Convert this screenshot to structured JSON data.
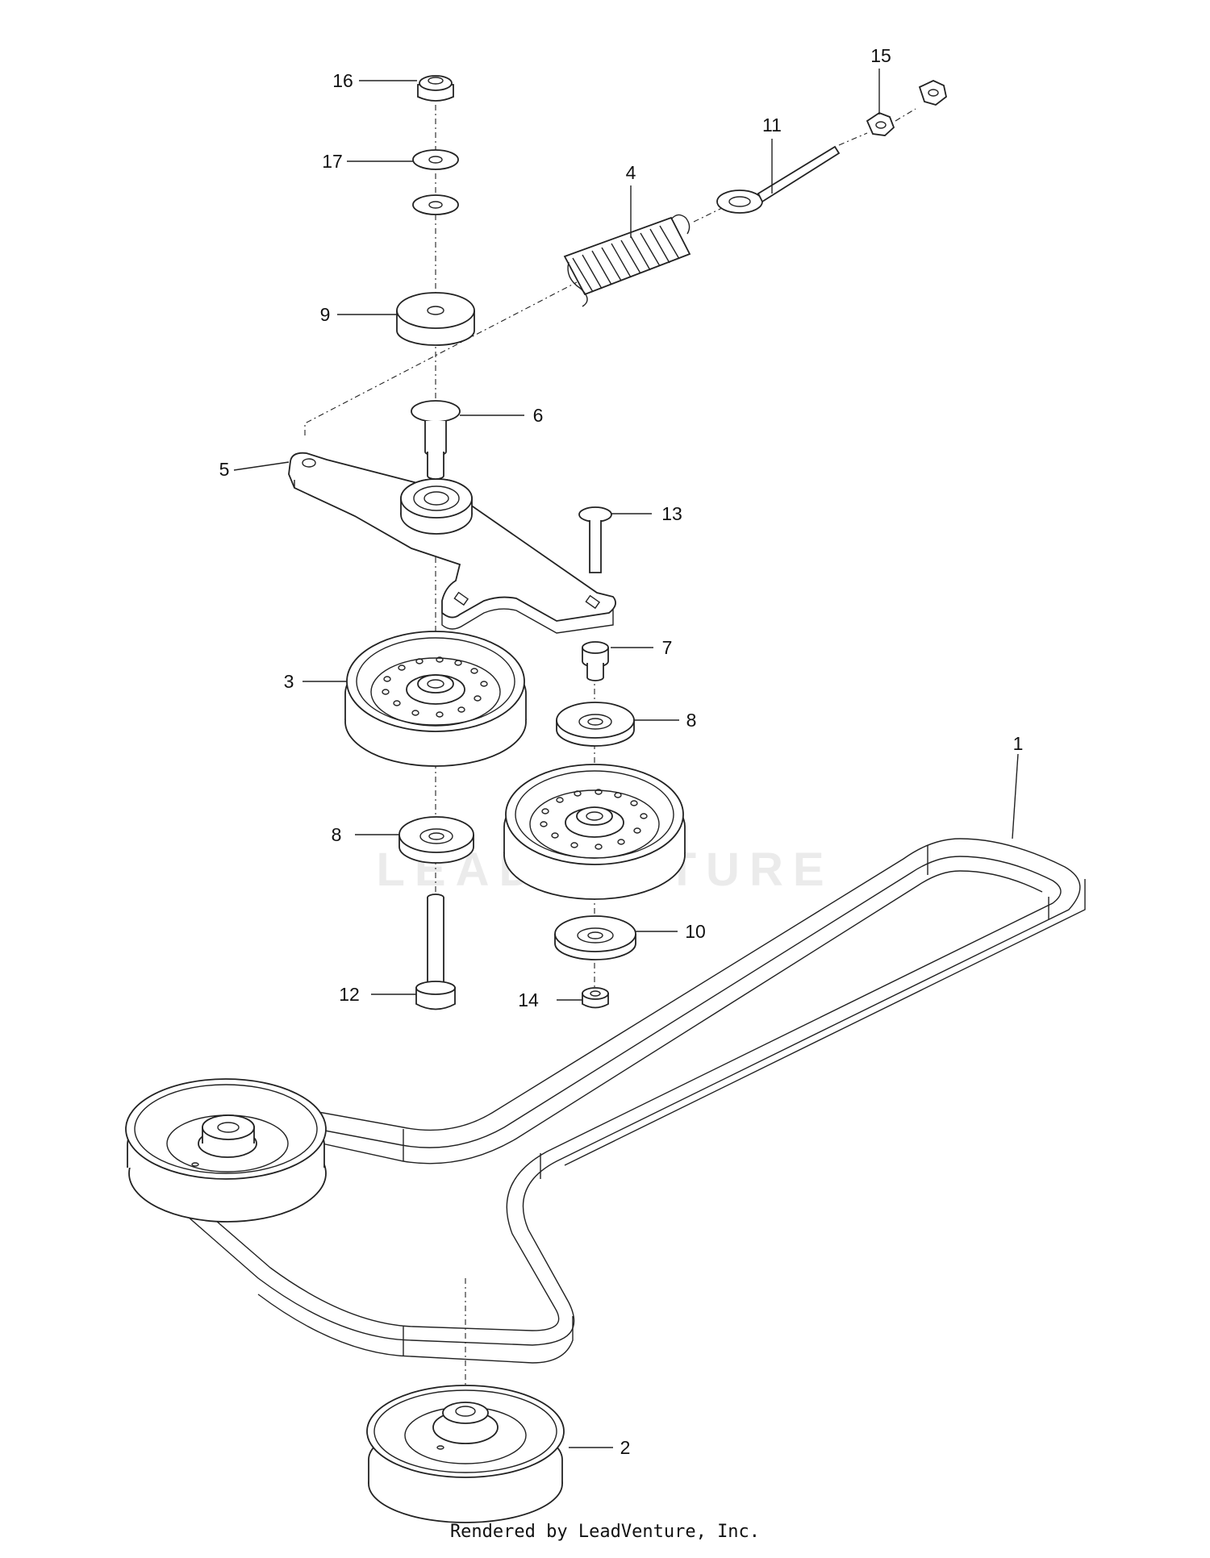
{
  "diagram": {
    "watermark": "LEADVENTURE",
    "footer": "Rendered by LeadVenture, Inc.",
    "callouts": [
      {
        "id": "1",
        "label": "1"
      },
      {
        "id": "2",
        "label": "2"
      },
      {
        "id": "3",
        "label": "3"
      },
      {
        "id": "4",
        "label": "4"
      },
      {
        "id": "5",
        "label": "5"
      },
      {
        "id": "6",
        "label": "6"
      },
      {
        "id": "7",
        "label": "7"
      },
      {
        "id": "8a",
        "label": "8"
      },
      {
        "id": "8b",
        "label": "8"
      },
      {
        "id": "9",
        "label": "9"
      },
      {
        "id": "10",
        "label": "10"
      },
      {
        "id": "11",
        "label": "11"
      },
      {
        "id": "12",
        "label": "12"
      },
      {
        "id": "13",
        "label": "13"
      },
      {
        "id": "14",
        "label": "14"
      },
      {
        "id": "15",
        "label": "15"
      },
      {
        "id": "16",
        "label": "16"
      },
      {
        "id": "17",
        "label": "17"
      }
    ]
  }
}
